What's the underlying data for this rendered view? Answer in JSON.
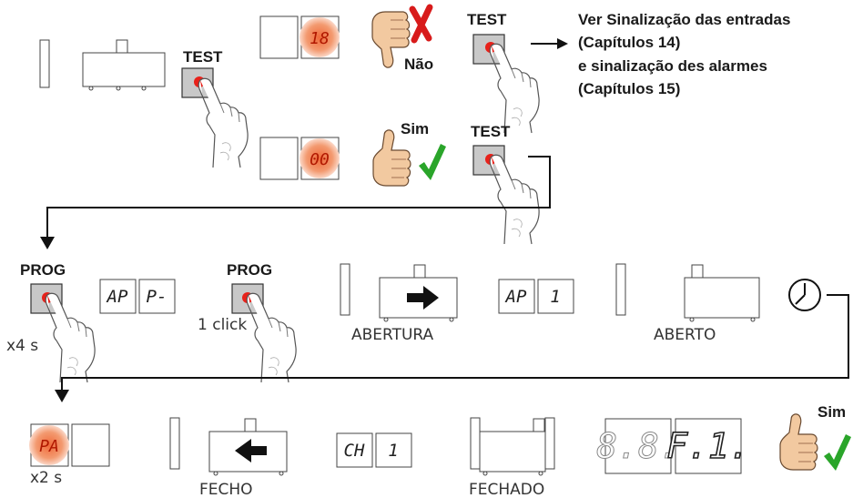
{
  "labels": {
    "test": "TEST",
    "prog": "PROG",
    "nao": "Não",
    "sim": "Sim",
    "x4s": "x4 s",
    "one_click": "1 click",
    "x2s": "x2 s",
    "abertura": "ABERTURA",
    "aberto": "ABERTO",
    "fecho": "FECHO",
    "fechado": "FECHADO"
  },
  "note": {
    "line1": "Ver Sinalização das entradas",
    "line2": "(Capítulos 14)",
    "line3": "e sinalização des alarmes",
    "line4": "(Capítulos 15)"
  },
  "displays": {
    "d18": "18",
    "d00": "00",
    "ap": "AP",
    "pminus": "P-",
    "ap2": "AP",
    "one": "1",
    "pa": "PA",
    "ch": "CH",
    "one2": "1",
    "seg88": "8.8.",
    "segF1": "F.1."
  },
  "colors": {
    "button_face": "#c8c8c8",
    "red_led": "#e8211a",
    "glow": "#f4a07e",
    "green_check": "#2aa52a",
    "red_cross": "#d81b1b"
  },
  "icons": [
    "pointing-hand-icon",
    "thumbs-down-icon",
    "thumbs-up-icon",
    "check-icon",
    "cross-icon",
    "clock-icon",
    "arrow-right-icon",
    "arrow-left-icon"
  ]
}
